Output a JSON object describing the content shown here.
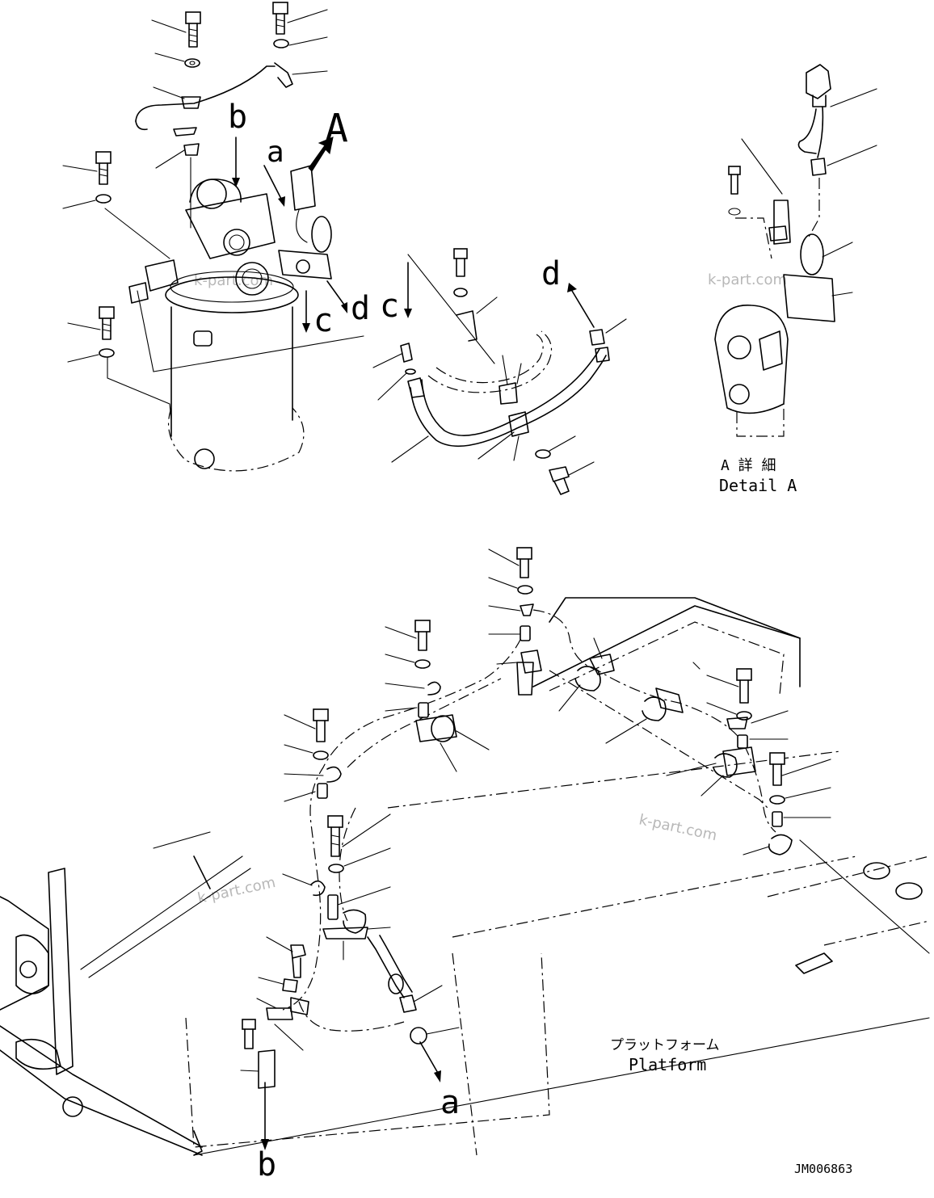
{
  "labels": {
    "view_arrow": "A",
    "ref_a": "a",
    "ref_b": "b",
    "ref_c": "c",
    "ref_d": "d"
  },
  "detail": {
    "title_jp": "A 詳 細",
    "title_en": "Detail A"
  },
  "platform": {
    "label_jp": "プラットフォーム",
    "label_en": "Platform"
  },
  "watermark": "k-part.com",
  "drawing_code": "JM006863"
}
